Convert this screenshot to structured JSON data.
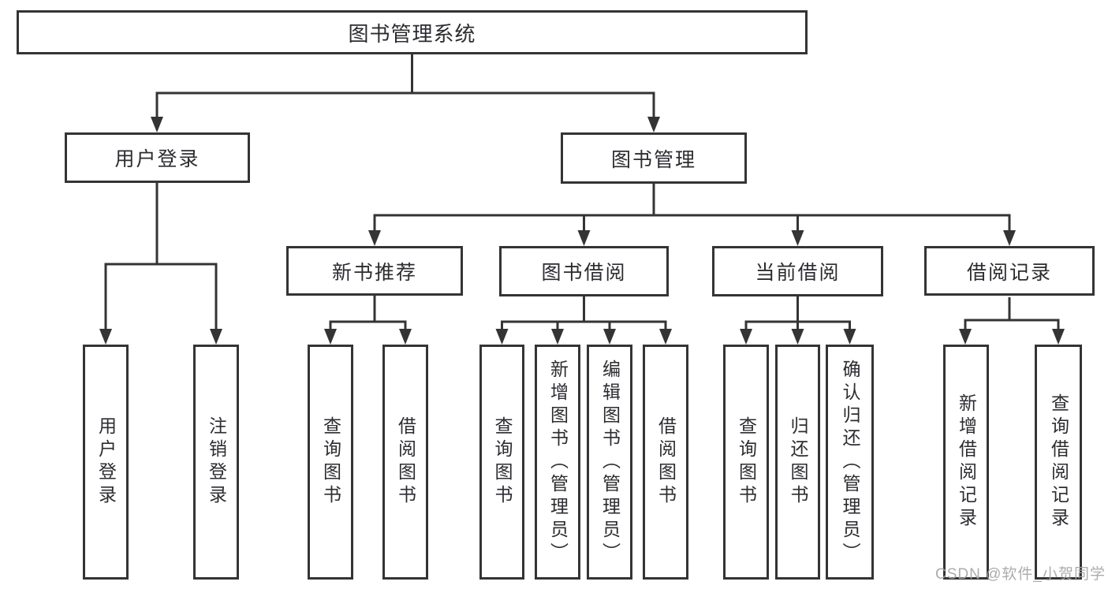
{
  "diagram": {
    "root": {
      "label": "图书管理系统"
    },
    "branches": [
      {
        "label": "用户登录",
        "children": [
          {
            "label": "用户登录"
          },
          {
            "label": "注销登录"
          }
        ]
      },
      {
        "label": "图书管理",
        "children": [
          {
            "label": "新书推荐",
            "children": [
              {
                "label": "查询图书"
              },
              {
                "label": "借阅图书"
              }
            ]
          },
          {
            "label": "图书借阅",
            "children": [
              {
                "label": "查询图书"
              },
              {
                "label": "新增图书（管理员）"
              },
              {
                "label": "编辑图书（管理员）"
              },
              {
                "label": "借阅图书"
              }
            ]
          },
          {
            "label": "当前借阅",
            "children": [
              {
                "label": "查询图书"
              },
              {
                "label": "归还图书"
              },
              {
                "label": "确认归还（管理员）"
              }
            ]
          },
          {
            "label": "借阅记录",
            "children": [
              {
                "label": "新增借阅记录"
              },
              {
                "label": "查询借阅记录"
              }
            ]
          }
        ]
      }
    ]
  },
  "watermark": {
    "text": "CSDN @软件_小贺同学"
  },
  "colors": {
    "line": "#343434",
    "text": "#2c2c31",
    "watermark": "#a5a5a8"
  }
}
